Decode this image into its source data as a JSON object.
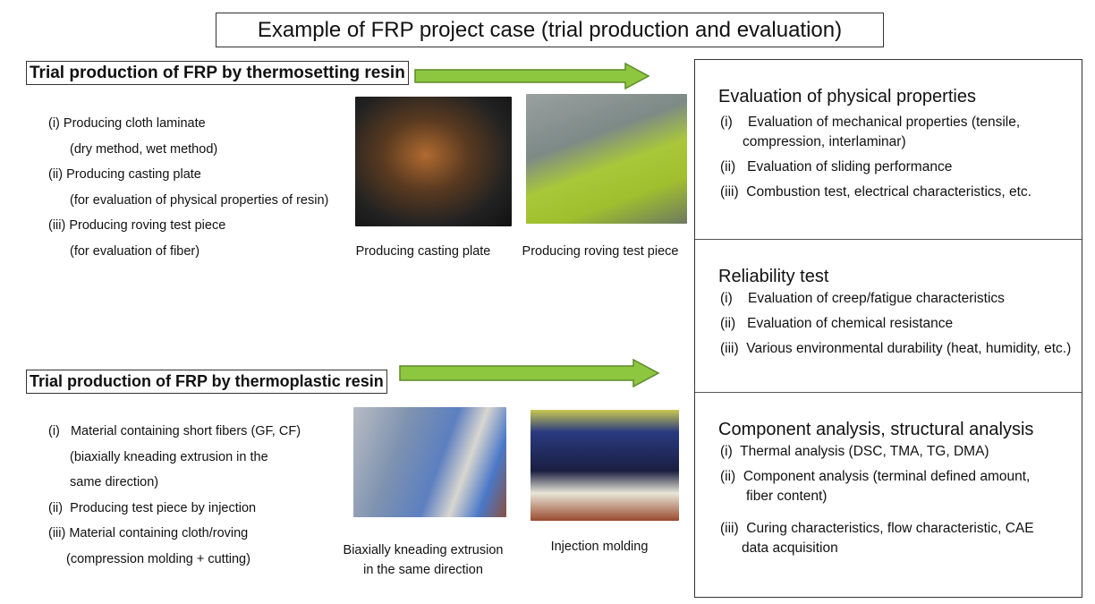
{
  "title": "Example of FRP project case (trial production and evaluation)",
  "thermoset": {
    "heading": "Trial production of FRP by thermosetting resin",
    "items": [
      "(i) Producing cloth laminate",
      "(dry method, wet method)",
      "(ii) Producing casting plate",
      "(for evaluation of physical properties of resin)",
      "(iii) Producing roving test piece",
      "(for evaluation of fiber)"
    ],
    "captions": [
      "Producing casting plate",
      "Producing roving test piece"
    ]
  },
  "thermoplastic": {
    "heading": "Trial production of FRP by thermoplastic resin",
    "items": [
      "(i)   Material containing short fibers (GF, CF)",
      "(biaxially kneading extrusion in the",
      "same direction)",
      "(ii)  Producing test piece by injection",
      "(iii) Material containing cloth/roving",
      "(compression molding + cutting)"
    ],
    "captions": [
      "Biaxially kneading extrusion",
      "in the same direction",
      "Injection molding"
    ]
  },
  "evaluation": [
    {
      "heading": "Evaluation of physical properties",
      "items": [
        "(i)    Evaluation of mechanical properties (tensile,",
        "compression, interlaminar)",
        "(ii)   Evaluation of sliding performance",
        "(iii)  Combustion test, electrical characteristics, etc."
      ]
    },
    {
      "heading": "Reliability test",
      "items": [
        "(i)    Evaluation of creep/fatigue characteristics",
        "(ii)   Evaluation of chemical resistance",
        "(iii)  Various environmental durability (heat, humidity, etc.)"
      ]
    },
    {
      "heading": "Component analysis, structural analysis",
      "items": [
        "(i)  Thermal analysis (DSC, TMA, TG, DMA)",
        "(ii)  Component analysis (terminal defined amount,",
        "fiber content)",
        "(iii)  Curing characteristics, flow characteristic, CAE",
        "data acquisition"
      ]
    }
  ],
  "colors": {
    "arrow": "#8dc63f",
    "arrow_border": "#5e8a2a"
  }
}
